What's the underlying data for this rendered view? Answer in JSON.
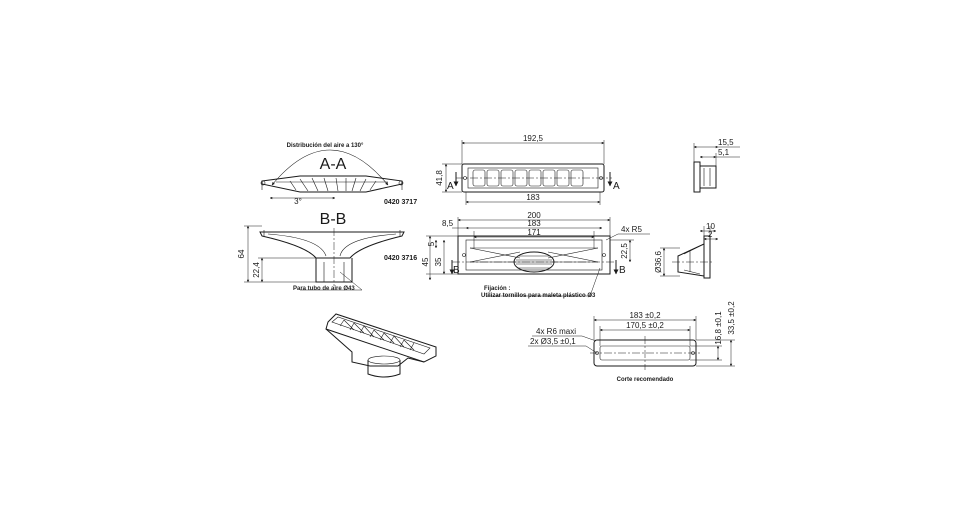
{
  "section_aa": {
    "title": "A-A",
    "caption": "Distribución del aire a 130°",
    "angle": "3°",
    "code": "0420 3717"
  },
  "section_bb": {
    "title": "B-B",
    "height": "64",
    "neck": "22,4",
    "code": "0420 3716",
    "caption": "Para tubo de aire Ø43"
  },
  "top_view": {
    "width_outer": "192,5",
    "width_inner": "183",
    "height": "41,8",
    "cut_mark": "A"
  },
  "back_view": {
    "width_total": "200",
    "width_inner": "183",
    "width_slot": "171",
    "offset": "8,5",
    "dim_5": "5",
    "dim_35": "35",
    "dim_45": "45",
    "dim_22_5": "22,5",
    "radius": "4x R5",
    "cut_mark": "B",
    "fixing_label": "Fijación :",
    "fixing_text": "Utilizar tornillos para maleta plástico Ø3"
  },
  "side_view_top": {
    "dim_15_5": "15,5",
    "dim_5_1": "5,1"
  },
  "side_view_bottom": {
    "dim_10": "10",
    "dim_2": "2",
    "dim_diam": "Ø36,6"
  },
  "cutout": {
    "width_outer": "183 ±0,2",
    "width_inner": "170,5 ±0,2",
    "radius": "4x R6 maxi",
    "holes": "2x Ø3,5 ±0,1",
    "height_inner": "16,8 ±0,1",
    "height_outer": "33,5 ±0,2",
    "caption": "Corte recomendado"
  }
}
